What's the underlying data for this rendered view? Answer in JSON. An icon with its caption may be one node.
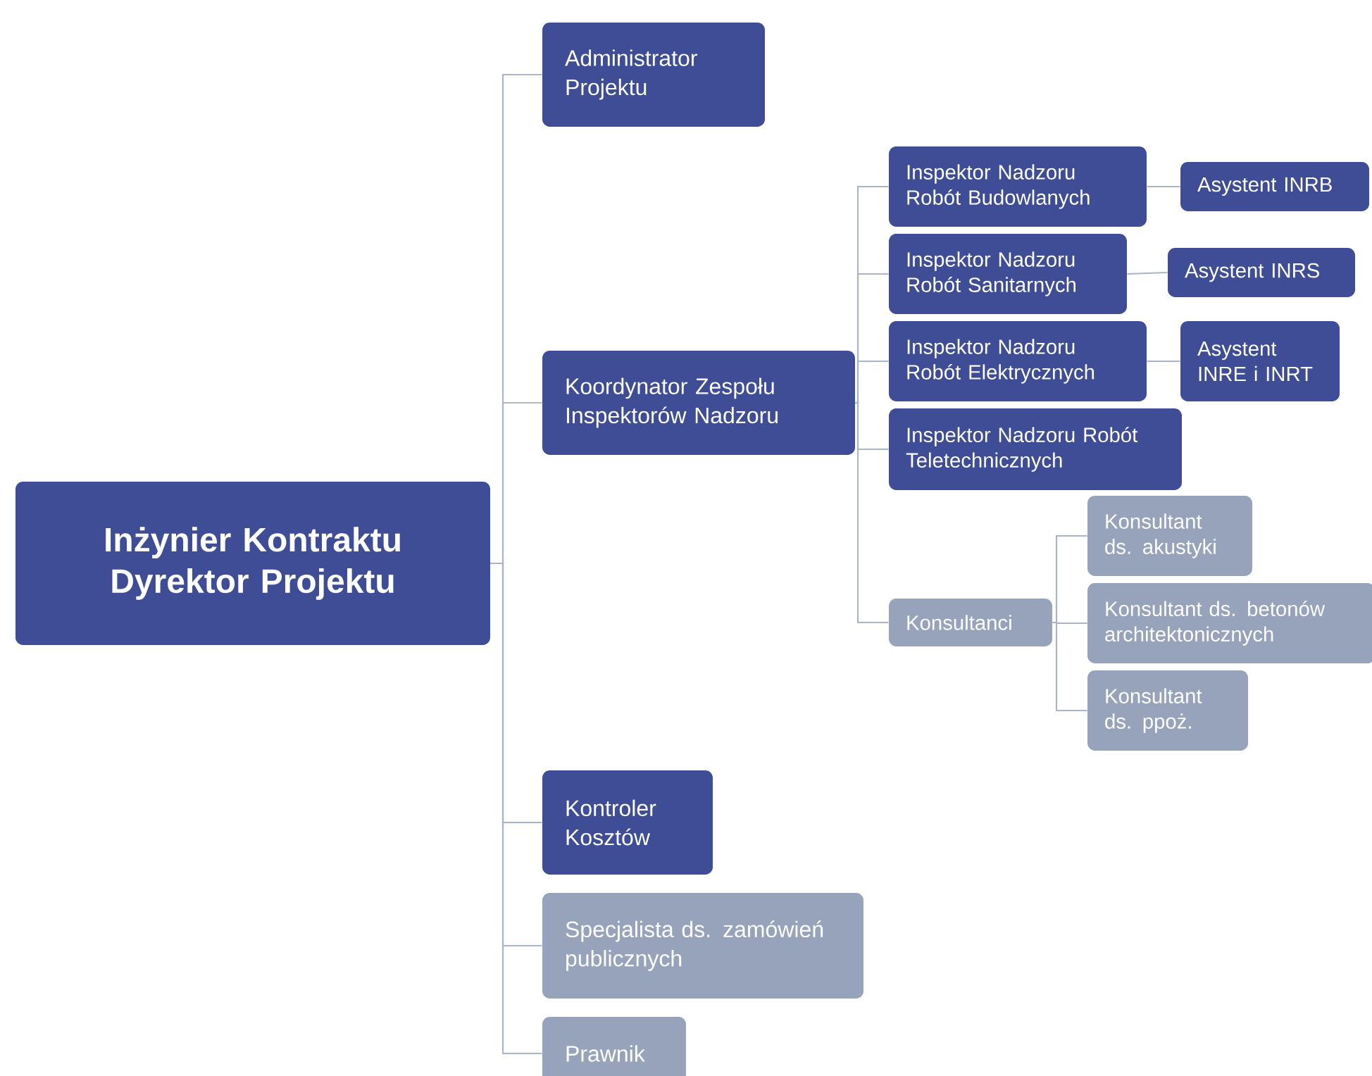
{
  "diagram": {
    "nodes": [
      {
        "text": [
          "Inżynier Kontraktu Dyrektor Projektu"
        ]
      },
      {
        "text": [
          "Administrator Projektu"
        ]
      },
      {
        "text": [
          "Koordynator Zespołu Inspektorów Nadzoru"
        ]
      },
      {
        "text": [
          "Inspektor Nadzoru Robót Budowlanych"
        ]
      },
      {
        "text": [
          "Asystent INRB"
        ]
      },
      {
        "text": [
          "Inspektor Nadzoru Robót Sanitarnych"
        ]
      },
      {
        "text": [
          "Asystent INRS"
        ]
      },
      {
        "text": [
          "Inspektor Nadzoru Robót Elektrycznych"
        ]
      },
      {
        "text": [
          "Asystent INRE i INRT"
        ]
      },
      {
        "text": [
          "Inspektor Nadzoru Robót Teletechnicznych"
        ]
      },
      {
        "text": [
          "Konsultanci"
        ]
      },
      {
        "text": [
          "Konsultant ds. akustyki"
        ]
      },
      {
        "text": [
          "Konsultant ds. betonów architektonicznych"
        ]
      },
      {
        "text": [
          "Konsultant ds. ppoż."
        ]
      },
      {
        "text": [
          "Kontroler Kosztów"
        ]
      },
      {
        "text": [
          "Specjalista ds. zamówień publicznych"
        ]
      },
      {
        "text": [
          "Prawnik"
        ]
      }
    ],
    "edges": [
      {
        "from": 0,
        "to": 1,
        "arrow": "none"
      },
      {
        "from": 0,
        "to": 2,
        "arrow": "none"
      },
      {
        "from": 2,
        "to": 3,
        "arrow": "none"
      },
      {
        "from": 3,
        "to": 4,
        "arrow": "none"
      },
      {
        "from": 2,
        "to": 5,
        "arrow": "none"
      },
      {
        "from": 5,
        "to": 6,
        "arrow": "none"
      },
      {
        "from": 2,
        "to": 7,
        "arrow": "none"
      },
      {
        "from": 7,
        "to": 8,
        "arrow": "none"
      },
      {
        "from": 2,
        "to": 9,
        "arrow": "none"
      },
      {
        "from": 2,
        "to": 10,
        "arrow": "none"
      },
      {
        "from": 10,
        "to": 11,
        "arrow": "none"
      },
      {
        "from": 10,
        "to": 12,
        "arrow": "none"
      },
      {
        "from": 10,
        "to": 13,
        "arrow": "none"
      },
      {
        "from": 0,
        "to": 14,
        "arrow": "none"
      },
      {
        "from": 0,
        "to": 15,
        "arrow": "none"
      },
      {
        "from": 0,
        "to": 16,
        "arrow": "none"
      }
    ]
  }
}
